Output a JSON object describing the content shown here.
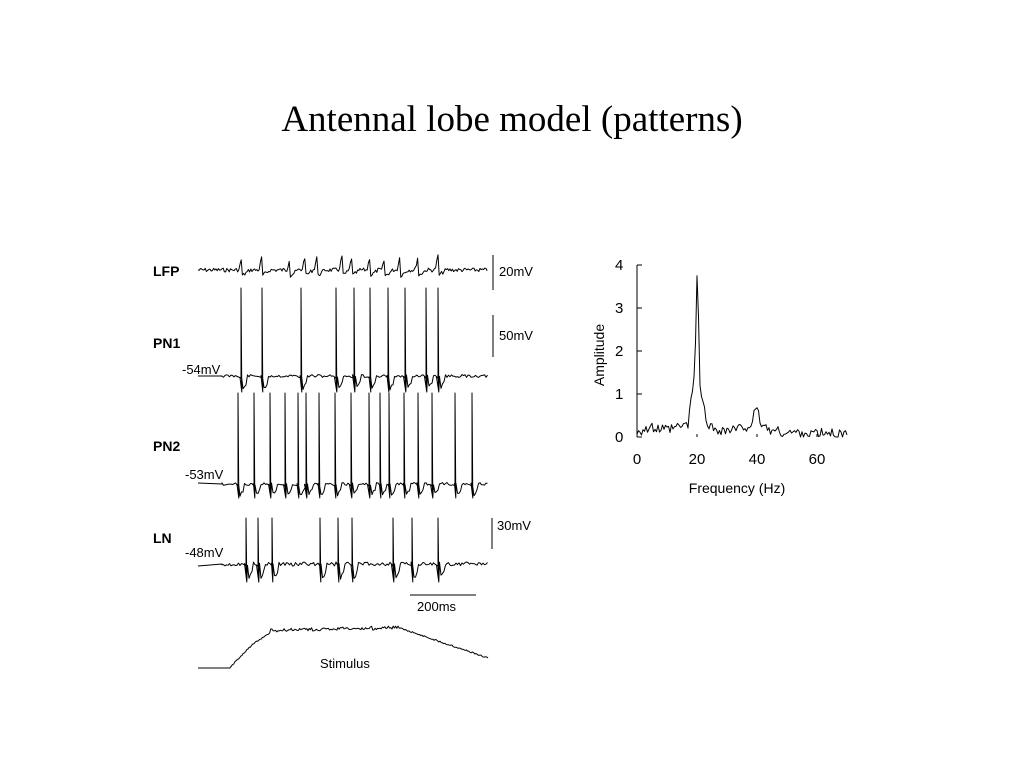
{
  "slide": {
    "title": "Antennal lobe model (patterns)"
  },
  "traces": [
    {
      "key": "lfp",
      "label": "LFP",
      "potential": "",
      "scale": "20mV"
    },
    {
      "key": "pn1",
      "label": "PN1",
      "potential": "-54mV",
      "scale": "50mV"
    },
    {
      "key": "pn2",
      "label": "PN2",
      "potential": "-53mV",
      "scale": ""
    },
    {
      "key": "ln",
      "label": "LN",
      "potential": "-48mV",
      "scale": "30mV"
    }
  ],
  "time_scale_label": "200ms",
  "stimulus_label": "Stimulus",
  "chart_data": {
    "type": "line",
    "title": "",
    "xlabel": "Frequency (Hz)",
    "ylabel": "Amplitude",
    "xlim": [
      0,
      70
    ],
    "ylim": [
      0,
      4
    ],
    "xticks": [
      0,
      20,
      40,
      60
    ],
    "yticks": [
      0,
      1,
      2,
      3,
      4
    ],
    "grid": false,
    "x": [
      0,
      5,
      10,
      15,
      17,
      18,
      19,
      19.5,
      20,
      20.5,
      21,
      22,
      23,
      25,
      30,
      35,
      38,
      39,
      40,
      41,
      42,
      45,
      50,
      55,
      60,
      65,
      70
    ],
    "y": [
      0.15,
      0.2,
      0.15,
      0.25,
      0.3,
      0.8,
      1.4,
      2.2,
      3.75,
      2.8,
      1.2,
      0.8,
      0.4,
      0.2,
      0.15,
      0.2,
      0.3,
      0.5,
      0.6,
      0.4,
      0.25,
      0.15,
      0.1,
      0.1,
      0.08,
      0.08,
      0.05
    ]
  }
}
